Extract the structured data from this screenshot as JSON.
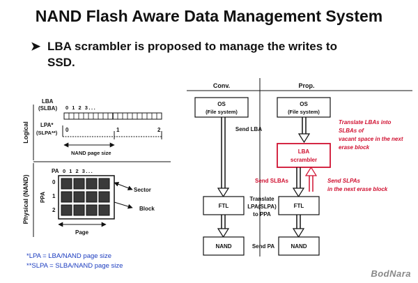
{
  "title": "NAND Flash Aware Data Management System",
  "bullet": {
    "line1": "LBA scrambler is proposed to manage the writes to",
    "line2": "SSD."
  },
  "left_diagram": {
    "logical_label": "Logical",
    "physical_label": "Physical (NAND)",
    "lba_label": "LBA",
    "slba_label": "(SLBA)",
    "lba_ticks": "0 1 2 3...",
    "lpa_label": "LPA*",
    "slpa_label": "(SLPA**)",
    "lpa_0": "0",
    "lpa_1": "1",
    "lpa_2": "2",
    "nand_page_size": "NAND page size",
    "pa_label": "PA",
    "pa_ticks": "0 1 2 3...",
    "ppa_label": "PPA",
    "ppa_0": "0",
    "ppa_1": "1",
    "ppa_2": "2",
    "sector": "Sector",
    "block": "Block",
    "page": "Page"
  },
  "right_diagram": {
    "conv": "Conv.",
    "prop": "Prop.",
    "os": "OS",
    "file_system": "(File system)",
    "send_lba": "Send LBA",
    "ftl": "FTL",
    "nand": "NAND",
    "translate": "Translate LPA(SLPA) to PPA",
    "send_pa": "Send PA",
    "lba_scrambler": "LBA scrambler",
    "send_slbas": "Send SLBAs",
    "translate_red": "Translate LBAs into SLBAs of vacant space in the next erase block",
    "send_slpas": "Send SLPAs in the next erase block"
  },
  "footnotes": [
    "*LPA = LBA/NAND page size",
    "**SLPA = SLBA/NAND page size"
  ],
  "watermark": "BodNara",
  "colors": {
    "accent": "#d01030",
    "footnote": "#1a3bbf"
  }
}
